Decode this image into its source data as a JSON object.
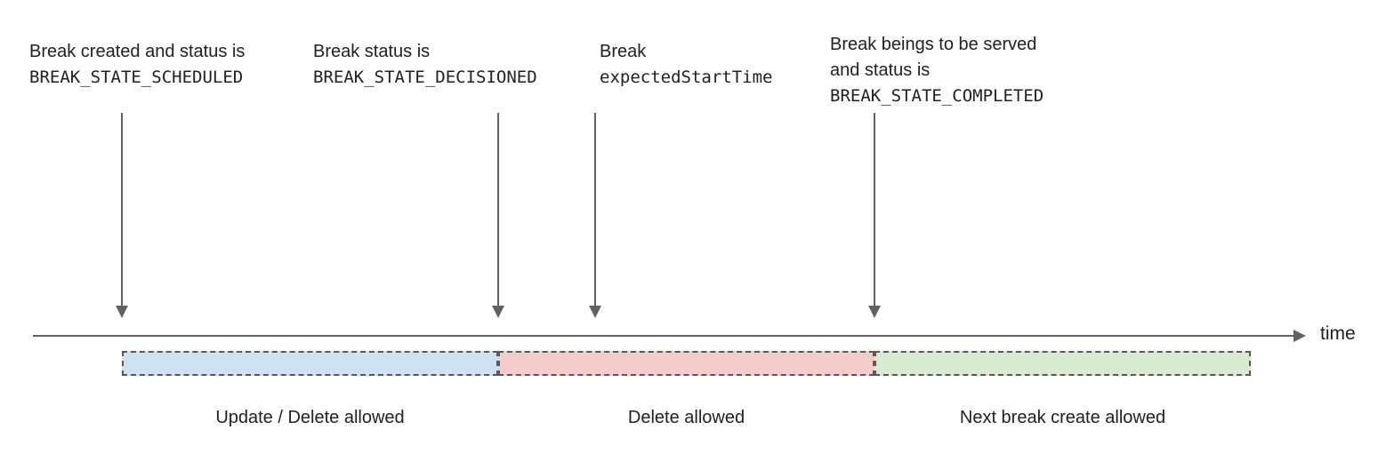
{
  "diagram": {
    "annotations": [
      {
        "lines": [
          "Break created and status is"
        ],
        "code": "BREAK_STATE_SCHEDULED"
      },
      {
        "lines": [
          "Break status is"
        ],
        "code": "BREAK_STATE_DECISIONED"
      },
      {
        "lines": [
          "Break"
        ],
        "code": "expectedStartTime"
      },
      {
        "lines": [
          "Break beings to be served",
          "and status is"
        ],
        "code": "BREAK_STATE_COMPLETED"
      }
    ],
    "axis": {
      "label": "time"
    },
    "segments": [
      {
        "label": "Update / Delete allowed",
        "fill": "#cfe2f3"
      },
      {
        "label": "Delete allowed",
        "fill": "#f4cccc"
      },
      {
        "label": "Next break create allowed",
        "fill": "#d9ead3"
      }
    ],
    "colors": {
      "arrow": "#5f6368",
      "segment_border": "#595959",
      "text": "#202124"
    }
  }
}
